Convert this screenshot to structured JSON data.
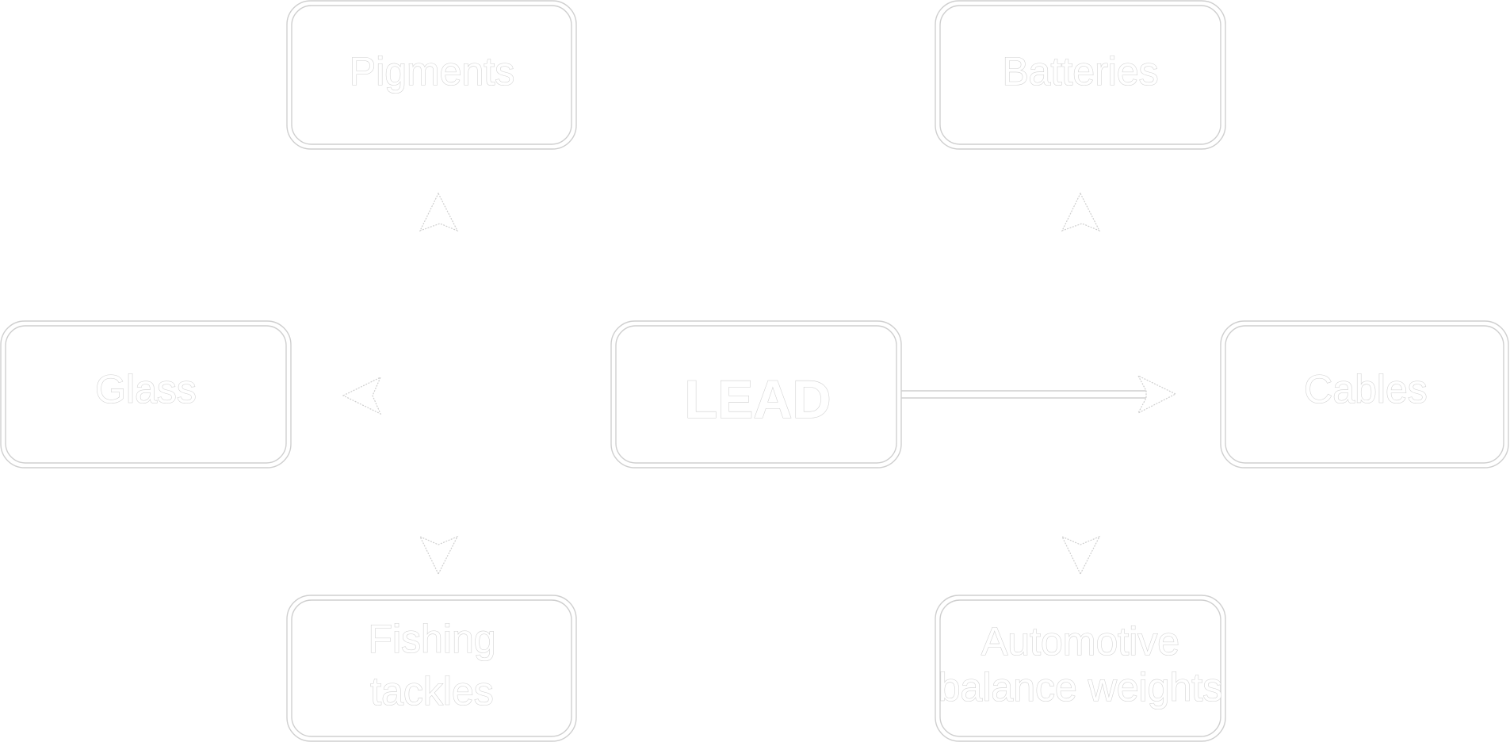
{
  "diagram": {
    "title": "Uses of lead",
    "center": {
      "id": "lead",
      "label": "LEAD"
    },
    "nodes": [
      {
        "id": "pigments",
        "lines": [
          "Pigments"
        ]
      },
      {
        "id": "batteries",
        "lines": [
          "Batteries"
        ]
      },
      {
        "id": "glass",
        "lines": [
          "Glass"
        ]
      },
      {
        "id": "cables",
        "lines": [
          "Cables"
        ]
      },
      {
        "id": "fishing-tackles",
        "lines": [
          "Fishing",
          "tackles"
        ]
      },
      {
        "id": "automotive-balance-weights",
        "lines": [
          "Automotive",
          "balance weights"
        ]
      }
    ],
    "edges": [
      {
        "from": "lead",
        "to": "pigments",
        "style": "head-only"
      },
      {
        "from": "lead",
        "to": "batteries",
        "style": "head-only"
      },
      {
        "from": "lead",
        "to": "glass",
        "style": "head-only"
      },
      {
        "from": "lead",
        "to": "cables",
        "style": "double-line"
      },
      {
        "from": "lead",
        "to": "fishing-tackles",
        "style": "head-only"
      },
      {
        "from": "lead",
        "to": "automotive-balance-weights",
        "style": "head-only"
      }
    ],
    "colors": {
      "outline": "#cfcfcf",
      "fill": "#ffffff",
      "background": "#ffffff"
    }
  }
}
